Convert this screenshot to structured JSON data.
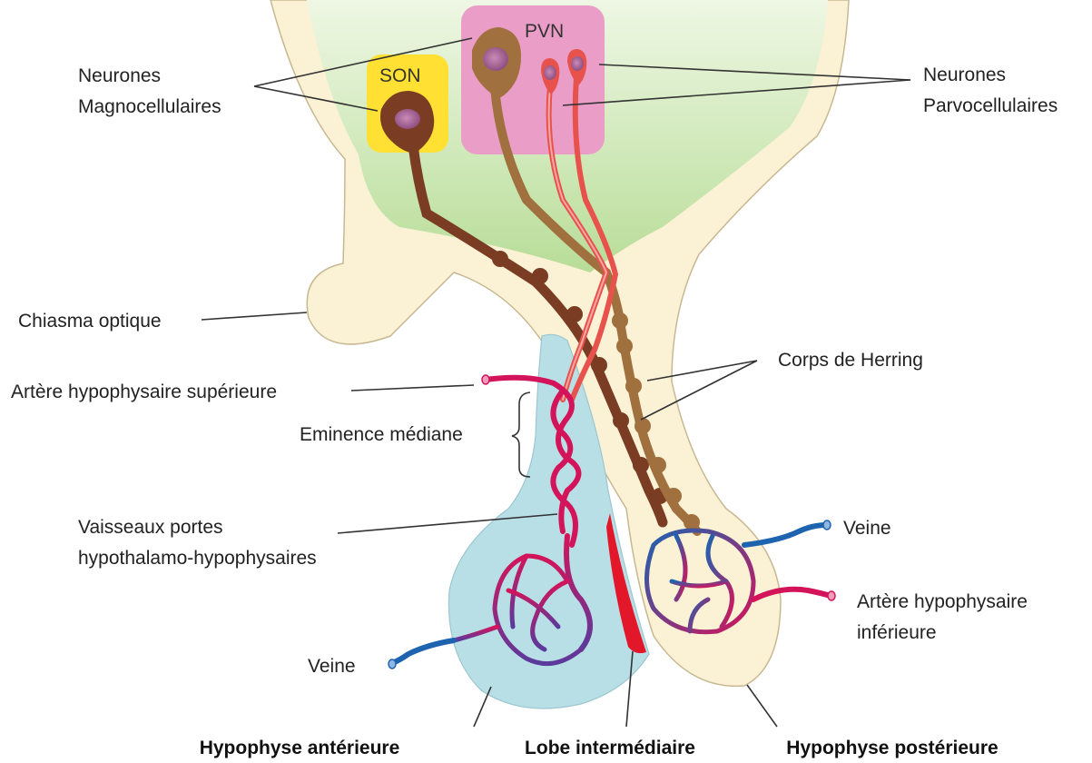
{
  "labels": {
    "magno_line1": "Neurones",
    "magno_line2": "Magnocellulaires",
    "parvo_line1": "Neurones",
    "parvo_line2": "Parvocellulaires",
    "son": "SON",
    "pvn": "PVN",
    "chiasma": "Chiasma optique",
    "artere_sup": "Artère hypophysaire supérieure",
    "eminence": "Eminence médiane",
    "vaisseaux_line1": "Vaisseaux portes",
    "vaisseaux_line2": "hypothalamo-hypophysaires",
    "corps_herring": "Corps de Herring",
    "veine_right": "Veine",
    "artere_inf_line1": "Artère hypophysaire",
    "artere_inf_line2": "inférieure",
    "veine_left": "Veine",
    "hypo_ant": "Hypophyse antérieure",
    "lobe_inter": "Lobe intermédiaire",
    "hypo_post": "Hypophyse postérieure"
  },
  "colors": {
    "tissue": "#fbf2d5",
    "tissue_outline": "#c7b892",
    "hypothalamus_green": "#c9e6b0",
    "son_box": "#ffe033",
    "pvn_box": "#ea9dc7",
    "anterior_lobe": "#b9dfe6",
    "intermediate_lobe": "#e2182a",
    "magno_axon": "#7a3c22",
    "magno_light": "#a0703e",
    "parvo_axon": "#e8524c",
    "artery": "#d4145a",
    "vein": "#1d63b0"
  }
}
